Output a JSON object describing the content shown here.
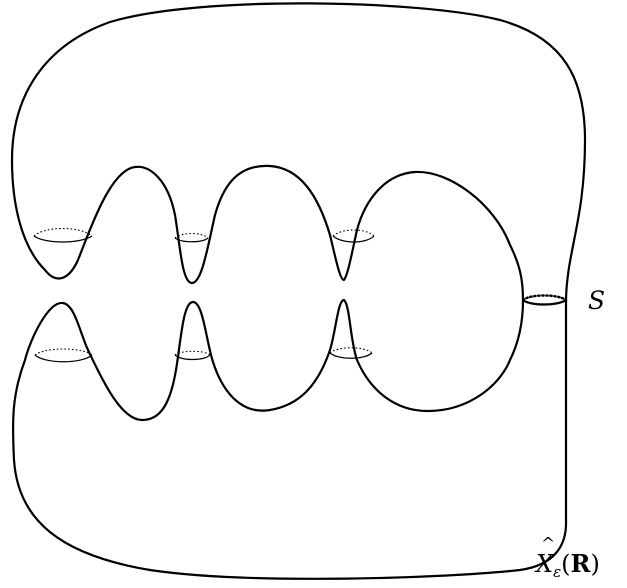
{
  "labels": {
    "sphere_name": "S",
    "surface_name_base": "X",
    "surface_name_sub": "ε",
    "surface_name_open": "(",
    "surface_name_arg": "R",
    "surface_name_close": ")"
  },
  "necks": [
    {
      "name": "left-neck-upper"
    },
    {
      "name": "second-neck-upper"
    },
    {
      "name": "third-neck-upper"
    },
    {
      "name": "left-neck-lower"
    },
    {
      "name": "second-neck-lower"
    },
    {
      "name": "third-neck-lower"
    },
    {
      "name": "right-neck-S"
    }
  ]
}
